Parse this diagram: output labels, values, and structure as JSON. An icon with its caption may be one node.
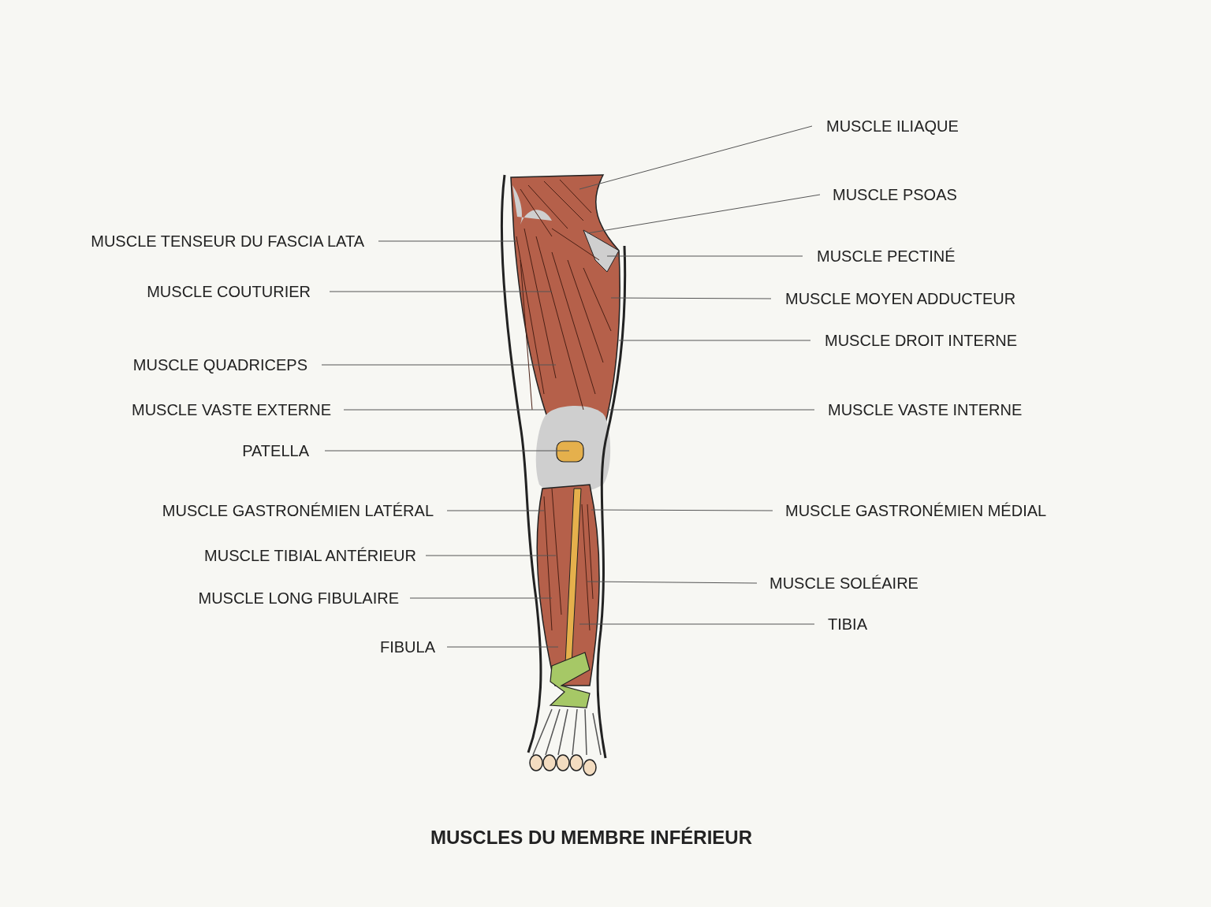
{
  "diagram": {
    "caption": "MUSCLES DU MEMBRE INFÉRIEUR",
    "nodes": [
      {
        "text": [
          "MUSCLE TENSEUR DU FASCIA LATA"
        ]
      },
      {
        "text": [
          "MUSCLE COUTURIER"
        ]
      },
      {
        "text": [
          "MUSCLE QUADRICEPS"
        ]
      },
      {
        "text": [
          "MUSCLE VASTE EXTERNE"
        ]
      },
      {
        "text": [
          "PATELLA"
        ]
      },
      {
        "text": [
          "MUSCLE GASTRONÉMIEN LATÉRAL"
        ]
      },
      {
        "text": [
          "MUSCLE TIBIAL ANTÉRIEUR"
        ]
      },
      {
        "text": [
          "MUSCLE LONG FIBULAIRE"
        ]
      },
      {
        "text": [
          "FIBULA"
        ]
      },
      {
        "text": [
          "MUSCLE ILIAQUE"
        ]
      },
      {
        "text": [
          "MUSCLE PSOAS"
        ]
      },
      {
        "text": [
          "MUSCLE PECTINÉ"
        ]
      },
      {
        "text": [
          "MUSCLE MOYEN ADDUCTEUR"
        ]
      },
      {
        "text": [
          "MUSCLE DROIT INTERNE"
        ]
      },
      {
        "text": [
          "MUSCLE VASTE INTERNE"
        ]
      },
      {
        "text": [
          "MUSCLE GASTRONÉMIEN MÉDIAL"
        ]
      },
      {
        "text": [
          "MUSCLE SOLÉAIRE"
        ]
      },
      {
        "text": [
          "TIBIA"
        ]
      }
    ],
    "edges": [
      {
        "from": 0,
        "to": null,
        "arrow": "none"
      },
      {
        "from": 1,
        "to": null,
        "arrow": "none"
      },
      {
        "from": 2,
        "to": null,
        "arrow": "none"
      },
      {
        "from": 3,
        "to": null,
        "arrow": "none"
      },
      {
        "from": 4,
        "to": null,
        "arrow": "none"
      },
      {
        "from": 5,
        "to": null,
        "arrow": "none"
      },
      {
        "from": 6,
        "to": null,
        "arrow": "none"
      },
      {
        "from": 7,
        "to": null,
        "arrow": "none"
      },
      {
        "from": 8,
        "to": null,
        "arrow": "none"
      },
      {
        "from": 9,
        "to": null,
        "arrow": "none"
      },
      {
        "from": 10,
        "to": null,
        "arrow": "none"
      },
      {
        "from": 11,
        "to": null,
        "arrow": "none"
      },
      {
        "from": 12,
        "to": null,
        "arrow": "none"
      },
      {
        "from": 13,
        "to": null,
        "arrow": "none"
      },
      {
        "from": 14,
        "to": null,
        "arrow": "none"
      },
      {
        "from": 15,
        "to": null,
        "arrow": "none"
      },
      {
        "from": 16,
        "to": null,
        "arrow": "none"
      },
      {
        "from": 17,
        "to": null,
        "arrow": "none"
      }
    ]
  }
}
